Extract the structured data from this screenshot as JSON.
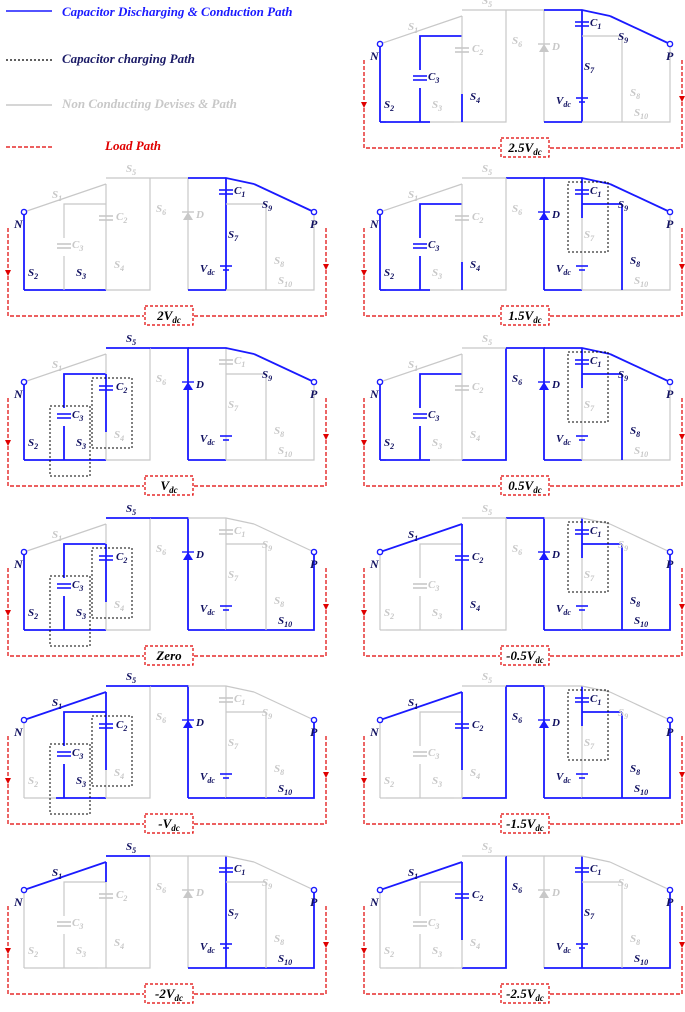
{
  "legend": {
    "items": [
      {
        "label": "Capacitor Discharging & Conduction Path",
        "color": "#1a1aff",
        "style": "solid"
      },
      {
        "label": "Capacitor charging Path",
        "color": "#000000",
        "style": "dotted"
      },
      {
        "label": "Non Conducting Devises & Path",
        "color": "#c8c8c8",
        "style": "solid"
      },
      {
        "label": "Load Path",
        "color": "#e00000",
        "style": "dashed"
      }
    ]
  },
  "colors": {
    "conduct": "#1a1aff",
    "idle": "#c8c8c8",
    "load": "#e00000",
    "charge": "#000000"
  },
  "terminals": {
    "n": "N",
    "p": "P"
  },
  "components": {
    "S1": {
      "main": "S",
      "sub": "1"
    },
    "S2": {
      "main": "S",
      "sub": "2"
    },
    "S3": {
      "main": "S",
      "sub": "3"
    },
    "S4": {
      "main": "S",
      "sub": "4"
    },
    "S5": {
      "main": "S",
      "sub": "5"
    },
    "S6": {
      "main": "S",
      "sub": "6"
    },
    "S7": {
      "main": "S",
      "sub": "7"
    },
    "S8": {
      "main": "S",
      "sub": "8"
    },
    "S9": {
      "main": "S",
      "sub": "9"
    },
    "S10": {
      "main": "S",
      "sub": "10"
    },
    "C1": {
      "main": "C",
      "sub": "1"
    },
    "C2": {
      "main": "C",
      "sub": "2"
    },
    "C3": {
      "main": "C",
      "sub": "3"
    },
    "D": {
      "main": "D",
      "sub": ""
    },
    "Vdc": {
      "main": "V",
      "sub": "dc"
    }
  },
  "panels": [
    {
      "caption": "2.5V",
      "caption_sub": "dc",
      "on": [
        "S2",
        "S4",
        "S7",
        "S9",
        "C3",
        "C1",
        "Vdc"
      ],
      "charge": []
    },
    {
      "caption": "2V",
      "caption_sub": "dc",
      "on": [
        "S2",
        "S3",
        "S7",
        "S9",
        "C1",
        "Vdc"
      ],
      "charge": []
    },
    {
      "caption": "1.5V",
      "caption_sub": "dc",
      "on": [
        "S2",
        "S4",
        "S8",
        "S9",
        "C3",
        "C1",
        "D",
        "Vdc"
      ],
      "charge": [
        "C1"
      ]
    },
    {
      "caption": "V",
      "caption_sub": "dc",
      "on": [
        "S2",
        "S3",
        "S5",
        "S9",
        "C2",
        "C3",
        "D",
        "Vdc"
      ],
      "charge": [
        "C2",
        "C3"
      ]
    },
    {
      "caption": "0.5V",
      "caption_sub": "dc",
      "on": [
        "S2",
        "S6",
        "S8",
        "S9",
        "C3",
        "C1",
        "D",
        "Vdc"
      ],
      "charge": [
        "C1"
      ]
    },
    {
      "caption": "Zero",
      "caption_sub": "",
      "on": [
        "S2",
        "S3",
        "S5",
        "S10",
        "C2",
        "C3",
        "D",
        "Vdc"
      ],
      "charge": [
        "C2",
        "C3"
      ]
    },
    {
      "caption": "-0.5V",
      "caption_sub": "dc",
      "on": [
        "S1",
        "S4",
        "S8",
        "S10",
        "C2",
        "C1",
        "D",
        "Vdc"
      ],
      "charge": [
        "C1"
      ]
    },
    {
      "caption": "-V",
      "caption_sub": "dc",
      "on": [
        "S1",
        "S3",
        "S5",
        "S10",
        "C2",
        "C3",
        "D",
        "Vdc"
      ],
      "charge": [
        "C2",
        "C3"
      ]
    },
    {
      "caption": "-1.5V",
      "caption_sub": "dc",
      "on": [
        "S1",
        "S6",
        "S8",
        "S10",
        "C2",
        "C1",
        "D",
        "Vdc"
      ],
      "charge": [
        "C1"
      ]
    },
    {
      "caption": "-2V",
      "caption_sub": "dc",
      "on": [
        "S1",
        "S5",
        "S7",
        "S10",
        "C1",
        "Vdc"
      ],
      "charge": []
    },
    {
      "caption": "-2.5V",
      "caption_sub": "dc",
      "on": [
        "S1",
        "S6",
        "S7",
        "S10",
        "C2",
        "C1",
        "Vdc"
      ],
      "charge": []
    }
  ]
}
